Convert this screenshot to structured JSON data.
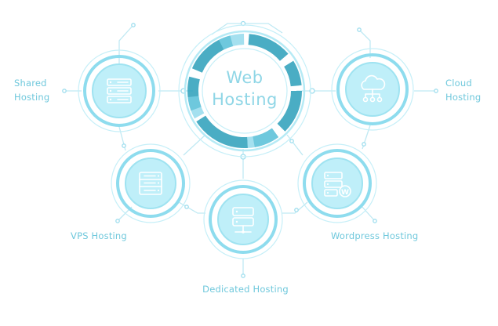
{
  "center": {
    "line1": "Web",
    "line2": "Hosting"
  },
  "nodes": [
    {
      "id": "shared",
      "label_lines": [
        "Shared",
        "Hosting"
      ],
      "icon": "server-stack-icon"
    },
    {
      "id": "cloud",
      "label_lines": [
        "Cloud",
        "Hosting"
      ],
      "icon": "cloud-network-icon"
    },
    {
      "id": "vps",
      "label_lines": [
        "VPS Hosting"
      ],
      "icon": "server-rack-icon"
    },
    {
      "id": "dedicated",
      "label_lines": [
        "Dedicated Hosting"
      ],
      "icon": "server-node-icon"
    },
    {
      "id": "wordpress",
      "label_lines": [
        "Wordpress Hosting"
      ],
      "icon": "wordpress-server-icon"
    }
  ],
  "colors": {
    "accent": "#2a9fba",
    "accent_light": "#8edcee",
    "disc": "#bfeff9",
    "label": "#6fc8dc"
  }
}
